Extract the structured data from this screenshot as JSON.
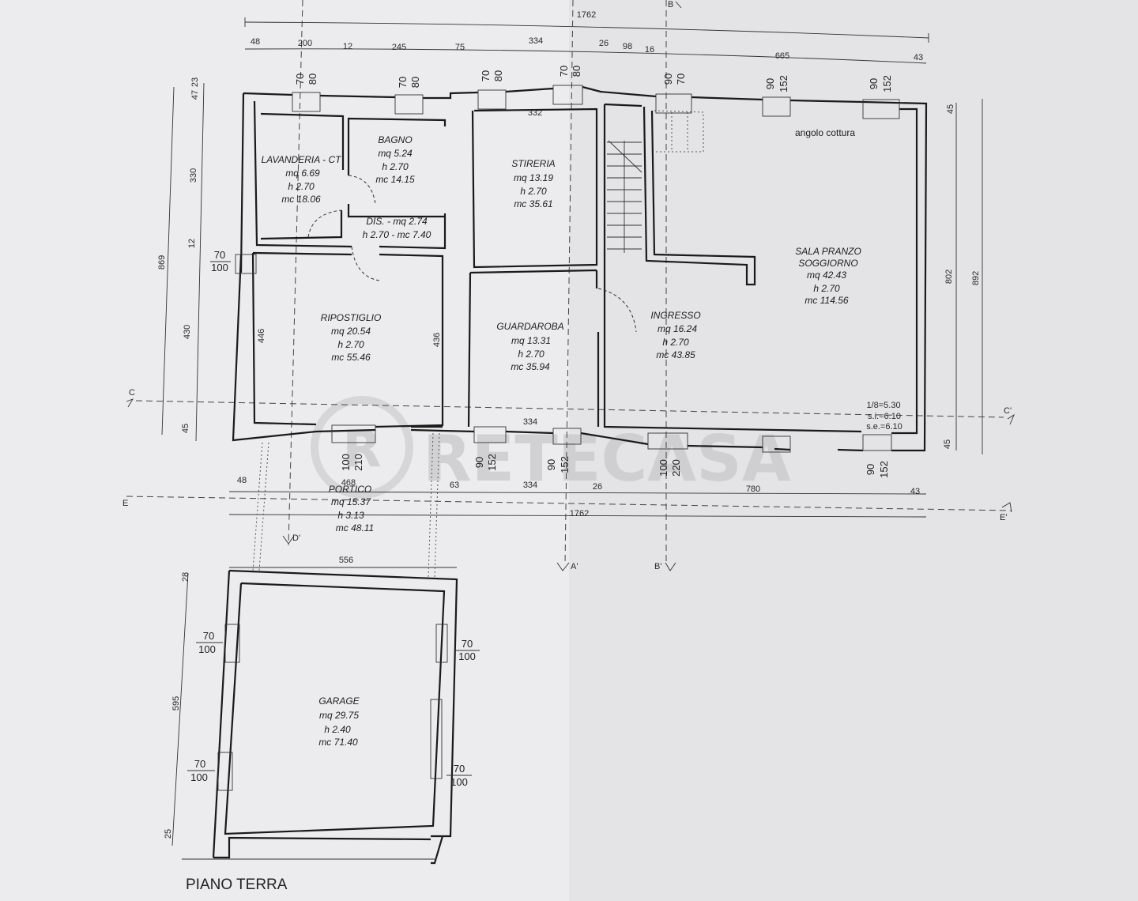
{
  "title": "PIANO TERRA",
  "watermark": "RETECASA",
  "dims_top": {
    "total": "1762",
    "segments": [
      "48",
      "200",
      "12",
      "245",
      "75",
      "334",
      "26",
      "98",
      "16",
      "665",
      "43"
    ]
  },
  "dims_left": [
    "47",
    "23",
    "330",
    "12",
    "869",
    "430",
    "45"
  ],
  "dims_right": [
    "45",
    "802",
    "892",
    "45"
  ],
  "dims_bottom": {
    "segments": [
      "48",
      "468",
      "63",
      "334",
      "26",
      "780",
      "43"
    ],
    "total": "1762"
  },
  "garage_dims": {
    "width": "556",
    "top": "28",
    "height": "595",
    "bottom": "25"
  },
  "internal_dims": {
    "stireria_top": "332",
    "ripostiglio_left": "446",
    "ripostiglio_right": "436",
    "guardaroba_bottom": "334"
  },
  "windows": {
    "w1": [
      "70",
      "80"
    ],
    "w2": [
      "70",
      "80"
    ],
    "w3": [
      "70",
      "80"
    ],
    "w4": [
      "70",
      "80"
    ],
    "w5": [
      "90",
      "70"
    ],
    "w6": [
      "90",
      "152"
    ],
    "w7": [
      "90",
      "152"
    ],
    "w_left": [
      "70",
      "100"
    ],
    "b1": [
      "100",
      "210"
    ],
    "b2": [
      "90",
      "152"
    ],
    "b3": [
      "90",
      "152"
    ],
    "b4": [
      "100",
      "220"
    ],
    "b5": [
      "90",
      "152"
    ],
    "g1": [
      "70",
      "100"
    ],
    "g2": [
      "70",
      "100"
    ],
    "g3": [
      "70",
      "100"
    ],
    "g4": [
      "70",
      "100"
    ]
  },
  "rooms": {
    "lavanderia": {
      "name": "LAVANDERIA - CT",
      "mq": "mq 6.69",
      "h": "h 2.70",
      "mc": "mc 18.06"
    },
    "bagno": {
      "name": "BAGNO",
      "mq": "mq 5.24",
      "h": "h 2.70",
      "mc": "mc 14.15"
    },
    "stireria": {
      "name": "STIRERIA",
      "mq": "mq 13.19",
      "h": "h 2.70",
      "mc": "mc 35.61"
    },
    "dis": {
      "line1": "DIS. - mq 2.74",
      "line2": "h 2.70 - mc 7.40"
    },
    "sala": {
      "name1": "SALA PRANZO",
      "name2": "SOGGIORNO",
      "mq": "mq 42.43",
      "h": "h 2.70",
      "mc": "mc 114.56"
    },
    "angolo": "angolo cottura",
    "ripostiglio": {
      "name": "RIPOSTIGLIO",
      "mq": "mq 20.54",
      "h": "h 2.70",
      "mc": "mc 55.46"
    },
    "guardaroba": {
      "name": "GUARDAROBA",
      "mq": "mq 13.31",
      "h": "h 2.70",
      "mc": "mc 35.94"
    },
    "ingresso": {
      "name": "INGRESSO",
      "mq": "mq 16.24",
      "h": "h 2.70",
      "mc": "mc 43.85"
    },
    "portico": {
      "name": "PORTICO",
      "mq": "mq 15.37",
      "h": "h 3.13",
      "mc": "mc 48.11"
    },
    "garage": {
      "name": "GARAGE",
      "mq": "mq 29.75",
      "h": "h 2.40",
      "mc": "mc 71.40"
    }
  },
  "levels": [
    "1/8=5.30",
    "s.i.=6.10",
    "s.e.=6.10"
  ],
  "sections": {
    "B": "B",
    "C": "C",
    "C2": "C'",
    "D2": "D'",
    "E": "E",
    "E2": "E'",
    "A2": "A'",
    "B2": "B'"
  }
}
